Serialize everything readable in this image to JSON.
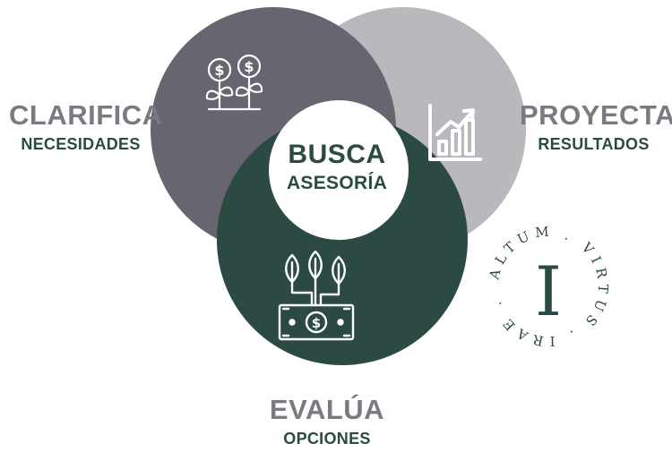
{
  "colors": {
    "gray_dark": "#666570",
    "gray_light": "#b8b8bd",
    "green": "#2a4a43",
    "white": "#ffffff",
    "label_gray": "#7a7a82",
    "label_green": "#2a4a43"
  },
  "center": {
    "title": "BUSCA",
    "subtitle": "ASESORÍA"
  },
  "left": {
    "title": "CLARIFICA",
    "subtitle": "NECESIDADES",
    "icon": "money-plants-icon"
  },
  "right": {
    "title": "PROYECTA",
    "subtitle": "RESULTADOS",
    "icon": "growth-chart-icon"
  },
  "bottom": {
    "title": "EVALÚA",
    "subtitle": "OPCIONES",
    "icon": "money-sprout-icon"
  },
  "seal": {
    "motto": "ALTUM . VIRTUS . IRAE .",
    "letter": "I"
  }
}
